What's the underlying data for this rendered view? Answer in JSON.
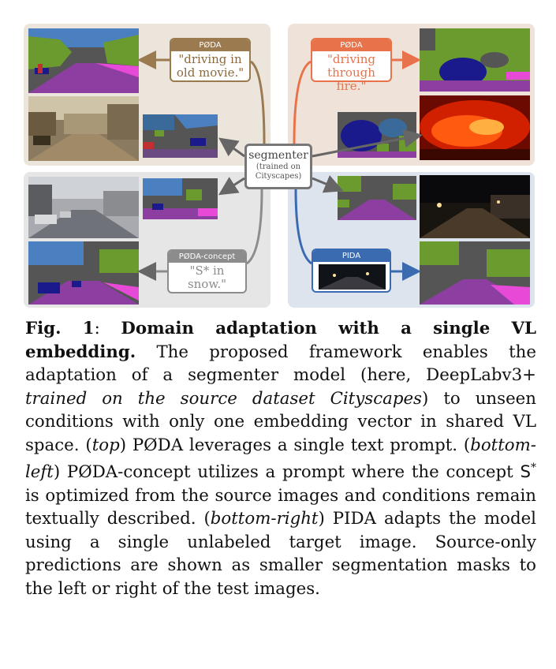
{
  "figure": {
    "top_left": {
      "prompt_header": "PØDA",
      "prompt_text_1": "\"driving in",
      "prompt_text_2": "old movie.\"",
      "header_color": "#9a7a4e",
      "text_color": "#8a6a3e"
    },
    "top_right": {
      "prompt_header": "PØDA",
      "prompt_text_1": "\"driving",
      "prompt_text_2": "through fire.\"",
      "header_color": "#e8734a",
      "text_color": "#e8734a"
    },
    "bottom_left": {
      "prompt_header": "PØDA-concept",
      "prompt_text_1": "\"S* in",
      "prompt_text_2": "snow.\"",
      "header_color": "#8c8c8c",
      "text_color": "#8c8c8c"
    },
    "bottom_right": {
      "prompt_header": "PIDA",
      "header_color": "#3a6bb0"
    },
    "segmenter": {
      "title": "segmenter",
      "subtitle_1": "(trained on",
      "subtitle_2": "Cityscapes)"
    },
    "colors": {
      "road": "#8c3fa0",
      "sidewalk": "#e84ad8",
      "vegetation": "#6b9a2e",
      "sky": "#4a7fc0",
      "building": "#555555",
      "car": "#1a1a8c"
    }
  },
  "caption": {
    "label": "Fig. 1",
    "colon": ": ",
    "title": "Domain adaptation with a single VL embedding.",
    "part1": " The proposed framework enables the adaptation of a segmenter model (here, DeepLabv3+ ",
    "italic1": "trained on the source dataset Cityscapes",
    "part2": ") to unseen conditions with only one embedding vector in shared VL space. (",
    "italic_top": "top",
    "part3": ") PØDA leverages a single text prompt. (",
    "italic_bl": "bottom-left",
    "part4": ") PØDA-concept utilizes a prompt where the concept ",
    "concept_symbol": "S",
    "concept_sup": "*",
    "part5": " is optimized from the source images and conditions remain textually described. (",
    "italic_br": "bottom-right",
    "part6": ") PIDA adapts the model using a single unlabeled target image. Source-only predictions are shown as smaller segmentation masks to the left or right of the test images."
  }
}
